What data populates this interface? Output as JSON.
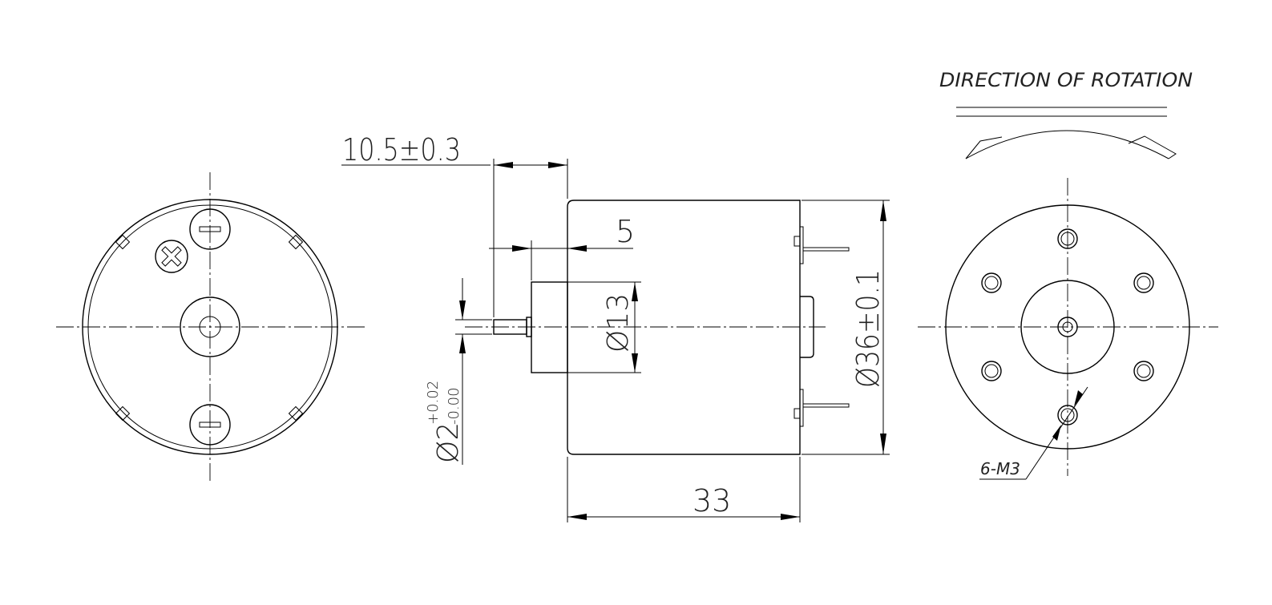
{
  "labels": {
    "rotation_title": "DIRECTION OF ROTATION",
    "shaft_length": "10.5±0.3",
    "bearing_length": "5",
    "bearing_diameter": "Ø13",
    "body_diameter": "Ø36±0.1",
    "shaft_diameter": "Ø2",
    "shaft_tol_upper": "+0.02",
    "shaft_tol_lower": "-0.00",
    "body_length": "33",
    "holes": "6-M3"
  },
  "colors": {
    "line": "#000000",
    "text": "#222222",
    "background": "#ffffff"
  }
}
